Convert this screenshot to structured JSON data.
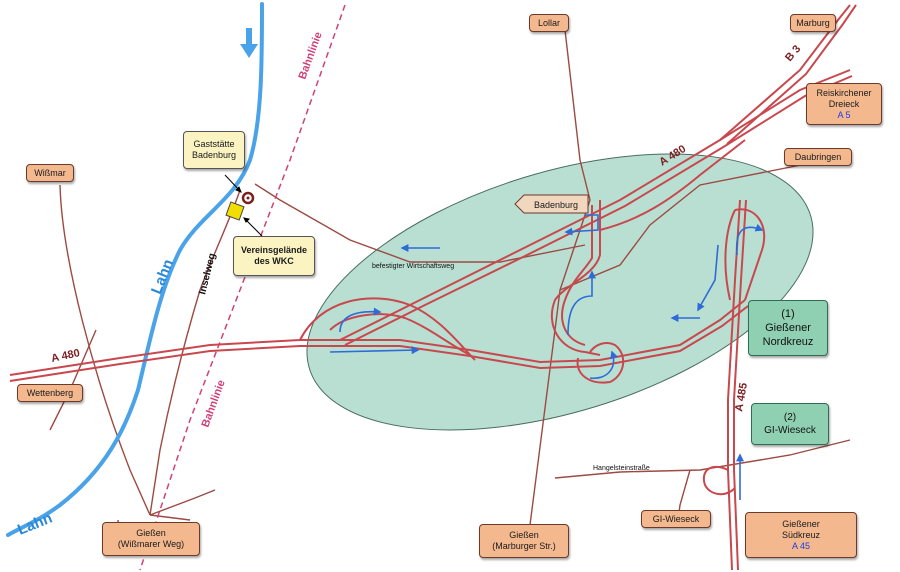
{
  "places": {
    "lollar": "Lollar",
    "marburg": "Marburg",
    "wissmar": "Wißmar",
    "reiskirchen_line1": "Reiskirchener",
    "reiskirchen_line2": "Dreieck",
    "reiskirchen_road": "A 5",
    "daubringen": "Daubringen",
    "wettenberg": "Wettenberg",
    "badenburg": "Badenburg",
    "gi_wieseck_bottom": "GI-Wieseck",
    "giessen_wissmarer_line1": "Gießen",
    "giessen_wissmarer_line2": "(Wißmarer Weg)",
    "giessen_marburger_line1": "Gießen",
    "giessen_marburger_line2": "(Marburger Str.)",
    "suedkreuz_line1": "Gießener",
    "suedkreuz_line2": "Südkreuz",
    "suedkreuz_road": "A 45"
  },
  "poi": {
    "gaststaette_line1": "Gaststätte",
    "gaststaette_line2": "Badenburg",
    "verein_line1": "Vereinsgelände",
    "verein_line2": "des WKC"
  },
  "junctions": {
    "nordkreuz_num": "(1)",
    "nordkreuz_line1": "Gießener",
    "nordkreuz_line2": "Nordkreuz",
    "wieseck_num": "(2)",
    "wieseck_name": "GI-Wieseck"
  },
  "labels": {
    "lahn_upper": "Lahn",
    "lahn_lower": "Lahn",
    "bahnlinie_upper": "Bahnlinie",
    "bahnlinie_lower": "Bahnlinie",
    "inselweg": "Inselweg",
    "a480_west": "A 480",
    "a480_east": "A 480",
    "a485": "A 485",
    "b3": "B 3",
    "wirtschaftsweg": "befestigter Wirtschaftsweg",
    "hangelstein": "Hangelsteinstraße"
  },
  "colors": {
    "river": "#4aa3e8",
    "motorway": "#c8484e",
    "road": "#9c4a42",
    "railway": "#d0407a",
    "ellipse": "#b9dfd2",
    "arrow": "#2f6bd6"
  }
}
